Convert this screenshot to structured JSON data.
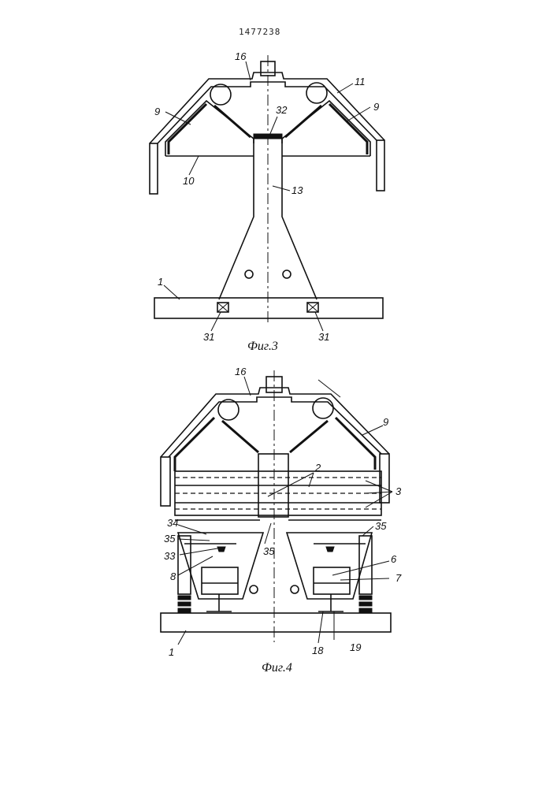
{
  "patent_number": "1477238",
  "figures": [
    {
      "caption": "Фиг.3",
      "labels": [
        "16",
        "11",
        "9",
        "9",
        "32",
        "10",
        "13",
        "1",
        "31",
        "31"
      ]
    },
    {
      "caption": "Фиг.4",
      "labels": [
        "16",
        "9",
        "2",
        "3",
        "34",
        "35",
        "35",
        "35",
        "33",
        "8",
        "6",
        "7",
        "1",
        "18",
        "19"
      ]
    }
  ]
}
